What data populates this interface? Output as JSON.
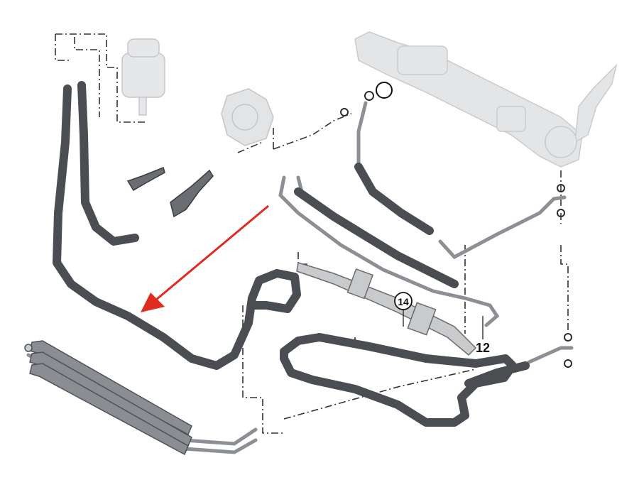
{
  "diagram": {
    "callouts": [
      {
        "id": "callout-12",
        "text": "12"
      },
      {
        "id": "callout-14",
        "text": "14"
      }
    ],
    "colors": {
      "hose": "#4a4d52",
      "hose_edge": "#2c2e31",
      "metal_line": "#9a9da1",
      "ghost_part": "#d9dbdd",
      "dash_line": "#333333",
      "arrow": "#e02b20"
    },
    "icons": [
      "red-pointer-arrow",
      "reservoir-icon",
      "pump-icon",
      "steering-rack-icon",
      "cooler-icon"
    ]
  }
}
